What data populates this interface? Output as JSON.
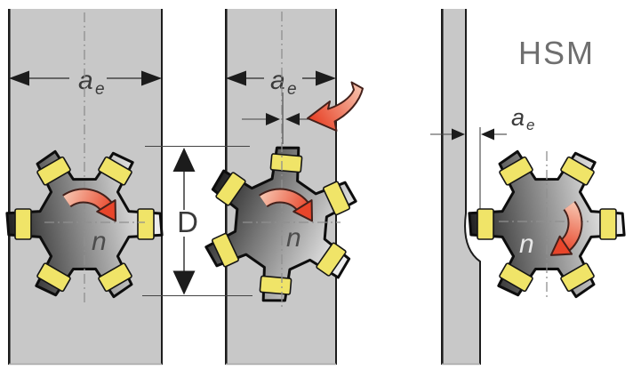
{
  "figure": {
    "diameter_label": "D",
    "panels": [
      {
        "name": "full-slot-milling",
        "ae_main": "a",
        "ae_sub": "e",
        "spindle_label": "n"
      },
      {
        "name": "wide-engagement-milling",
        "ae_main": "a",
        "ae_sub": "e",
        "spindle_label": "n"
      },
      {
        "name": "hsm-milling",
        "title": "HSM",
        "ae_main": "a",
        "ae_sub": "e",
        "spindle_label": "n"
      }
    ],
    "colors": {
      "bar_fill": "#c8c8c8",
      "bar_edge": "#1c1c1c",
      "cutter_dark": "#121212",
      "cutter_mid": "#777777",
      "cutter_light": "#ececec",
      "insert_fill": "#f0e468",
      "insert_edge": "#151515",
      "rot_arrow_red": "#e8452a",
      "rot_arrow_light": "#f7c9b4",
      "arrow_outline": "#44201a",
      "label_color": "#3a3a3a",
      "hsm_color": "#6f6f6f",
      "dim_color": "#444444",
      "centerline_color": "#8f8f8f",
      "n_dark": "#4c4c4c",
      "n_light": "#e8e8e8"
    }
  }
}
